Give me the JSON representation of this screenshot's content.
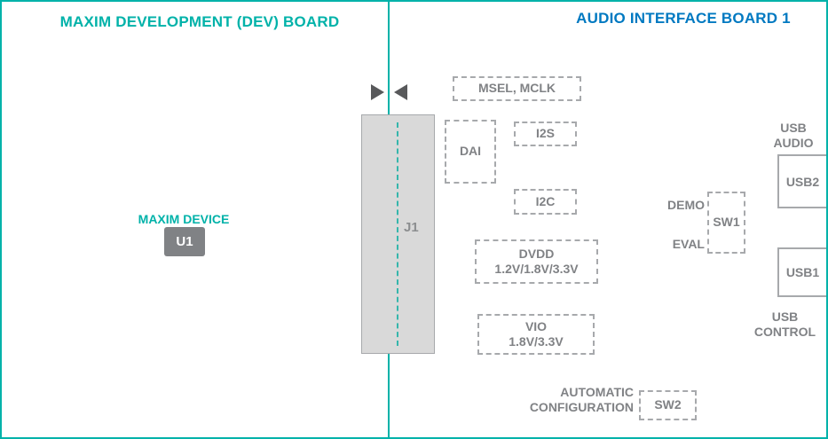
{
  "titles": {
    "dev_board": "MAXIM DEVELOPMENT (DEV) BOARD",
    "audio_board": "AUDIO INTERFACE BOARD 1"
  },
  "dev_board": {
    "device_label": "MAXIM DEVICE",
    "chip": "U1"
  },
  "connector": {
    "label": "J1"
  },
  "audio_board": {
    "msel_mclk": "MSEL, MCLK",
    "dai": "DAI",
    "i2s": "I2S",
    "i2c": "I2C",
    "dvdd": {
      "title": "DVDD",
      "values": "1.2V/1.8V/3.3V"
    },
    "vio": {
      "title": "VIO",
      "values": "1.8V/3.3V"
    },
    "demo": "DEMO",
    "eval": "EVAL",
    "sw1": "SW1",
    "sw2": "SW2",
    "usb_audio": {
      "line1": "USB",
      "line2": "AUDIO"
    },
    "usb_control": {
      "line1": "USB",
      "line2": "CONTROL"
    },
    "usb2": "USB2",
    "usb1": "USB1",
    "auto_config": {
      "line1": "AUTOMATIC",
      "line2": "CONFIGURATION"
    }
  },
  "colors": {
    "teal": "#00b2a9",
    "blue": "#0079c1",
    "gray_text": "#808285",
    "dashed_border": "#a7a9ac",
    "connector_fill": "#d9d9d9"
  }
}
